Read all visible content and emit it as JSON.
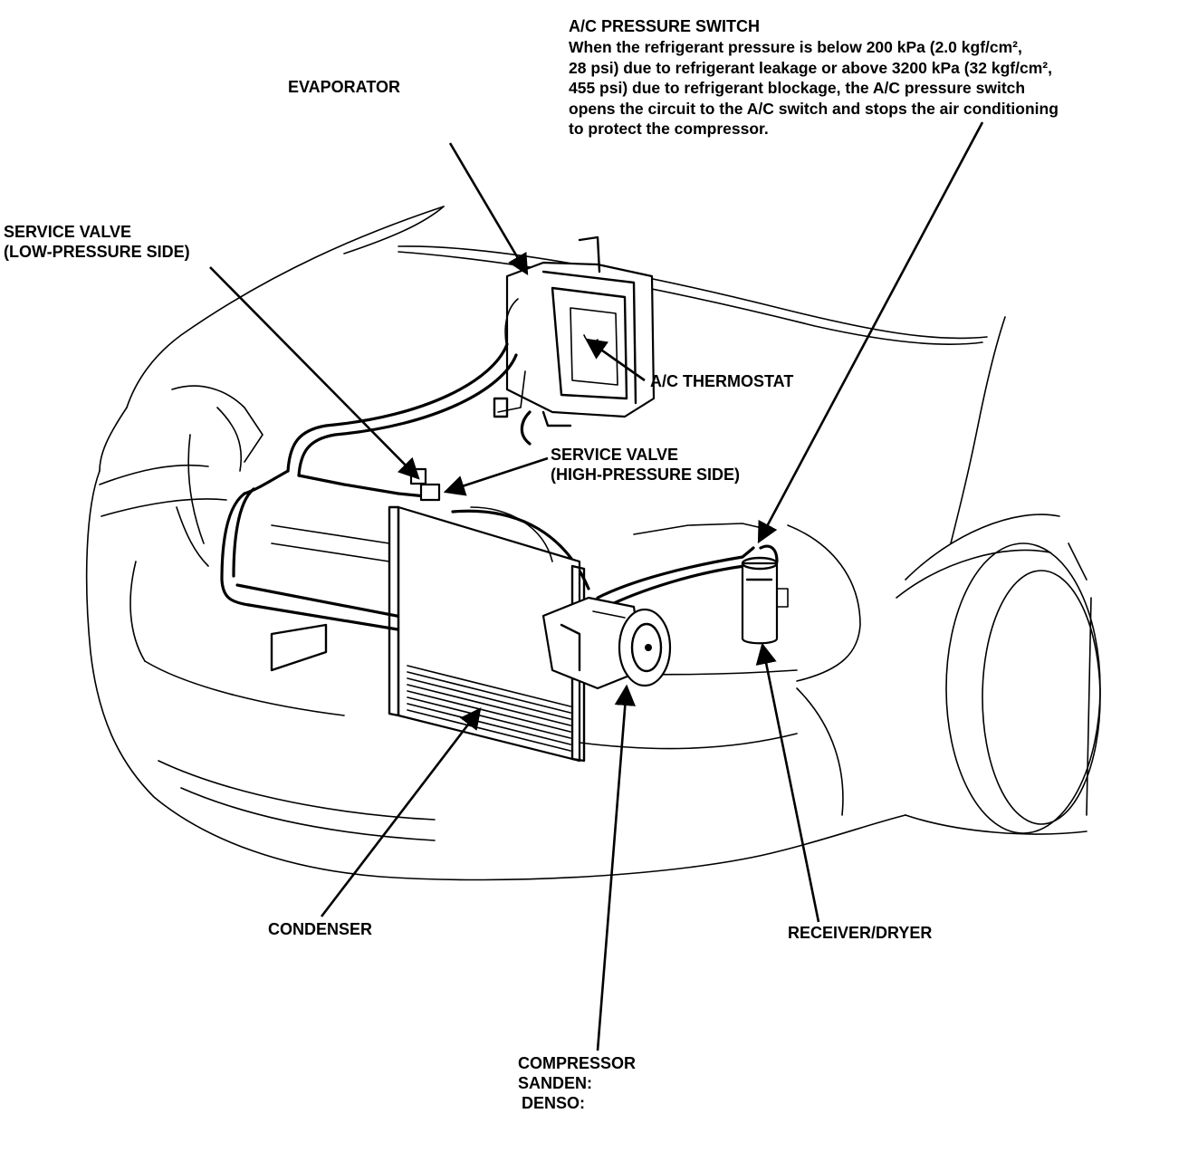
{
  "diagram": {
    "labels": {
      "pressure_switch_title": "A/C PRESSURE SWITCH",
      "pressure_switch_desc": [
        "When the refrigerant pressure is below 200 kPa (2.0 kgf/cm²,",
        "28 psi) due to refrigerant leakage or above 3200 kPa (32 kgf/cm²,",
        "455 psi) due to refrigerant blockage, the A/C pressure switch",
        "opens the circuit to the A/C switch and stops the air conditioning",
        "to protect the compressor."
      ],
      "evaporator": "EVAPORATOR",
      "service_valve_low": [
        "SERVICE VALVE",
        "(LOW-PRESSURE SIDE)"
      ],
      "thermostat": "A/C THERMOSTAT",
      "service_valve_high": [
        "SERVICE VALVE",
        "(HIGH-PRESSURE SIDE)"
      ],
      "condenser": "CONDENSER",
      "receiver_dryer": "RECEIVER/DRYER",
      "compressor": [
        "COMPRESSOR",
        "SANDEN:",
        "DENSO:"
      ]
    }
  }
}
